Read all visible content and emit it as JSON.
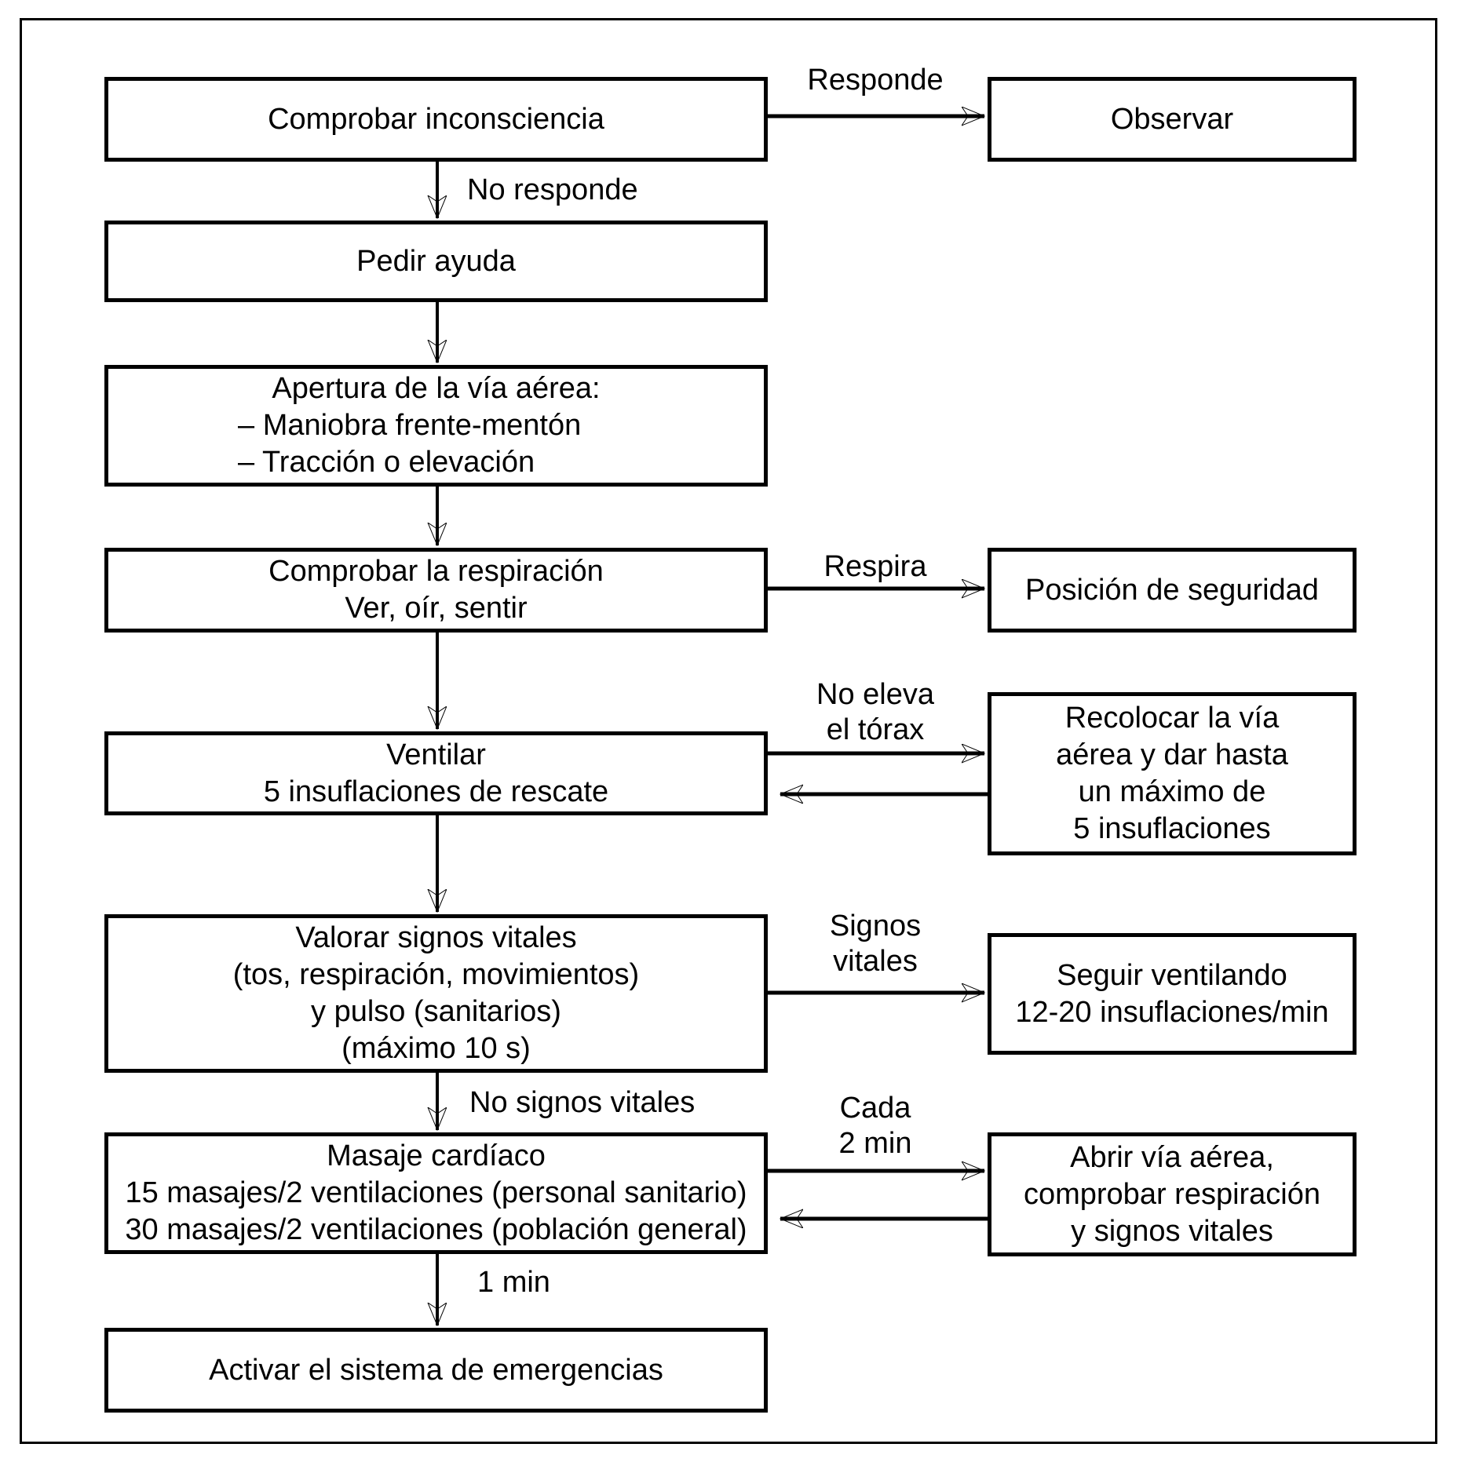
{
  "figure": {
    "colors": {
      "ink": "#000000",
      "background": "#ffffff"
    },
    "nodes": {
      "check_unconsciousness": "Comprobar inconsciencia",
      "observe": "Observar",
      "call_for_help": "Pedir ayuda",
      "open_airway": {
        "title": "Apertura de la vía aérea:",
        "items": [
          "– Maniobra frente-mentón",
          "– Tracción o elevación"
        ]
      },
      "check_breathing": "Comprobar la respiración\nVer, oír, sentir",
      "safety_position": "Posición de seguridad",
      "ventilate": "Ventilar\n5 insuflaciones de rescate",
      "reposition_airway": "Recolocar la vía\naérea y dar hasta\nun máximo de\n5 insuflaciones",
      "assess_vital_signs": "Valorar signos vitales\n(tos, respiración, movimientos)\ny pulso (sanitarios)\n(máximo 10 s)",
      "keep_ventilating": "Seguir ventilando\n12-20 insuflaciones/min",
      "cardiac_massage": "Masaje cardíaco\n15 masajes/2 ventilaciones (personal sanitario)\n30 masajes/2 ventilaciones (población general)",
      "reopen_airway_check": "Abrir vía aérea,\ncomprobar respiración\ny signos vitales",
      "activate_emergency_system": "Activar el sistema de emergencias"
    },
    "edge_labels": {
      "responds": "Responde",
      "no_response": "No responde",
      "breathes": "Respira",
      "no_chest_rise": "No eleva\nel tórax",
      "vital_signs": "Signos\nvitales",
      "no_vital_signs": "No signos vitales",
      "every_2_min": "Cada\n2 min",
      "one_min": "1 min"
    }
  }
}
